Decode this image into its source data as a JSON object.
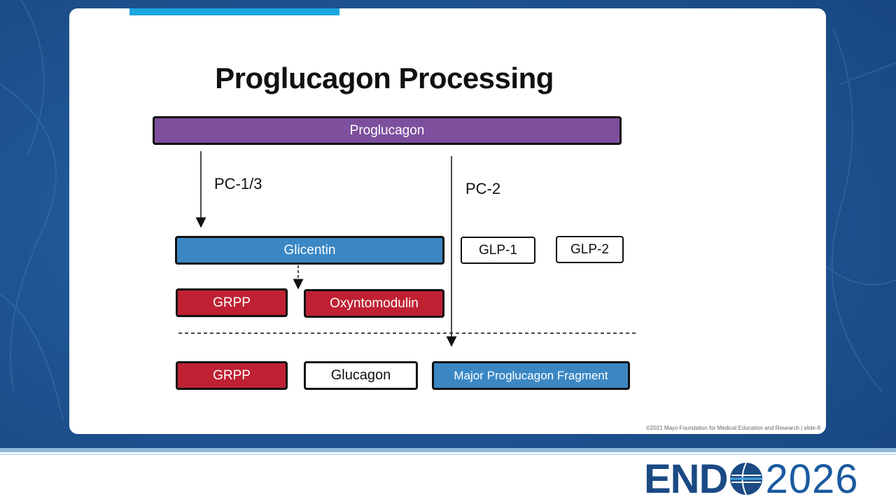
{
  "slide": {
    "title": "Proglucagon Processing",
    "copyright": "©2021 Mayo Foundation for Medical Education and Research  |  slide-9"
  },
  "diagram": {
    "top_box": "Proglucagon",
    "enzyme_left": "PC-1/3",
    "enzyme_right": "PC-2",
    "glicentin": "Glicentin",
    "glp1": "GLP-1",
    "glp2": "GLP-2",
    "grpp_upper": "GRPP",
    "oxyntomodulin": "Oxyntomodulin",
    "grpp_lower": "GRPP",
    "glucagon": "Glucagon",
    "major_fragment": "Major Proglucagon Fragment"
  },
  "colors": {
    "purple": "#7d4f9d",
    "blue": "#3a87c4",
    "red": "#bf2133",
    "accent": "#1ba8e0"
  },
  "footer": {
    "logo_endo": "END",
    "logo_year": "2026"
  }
}
